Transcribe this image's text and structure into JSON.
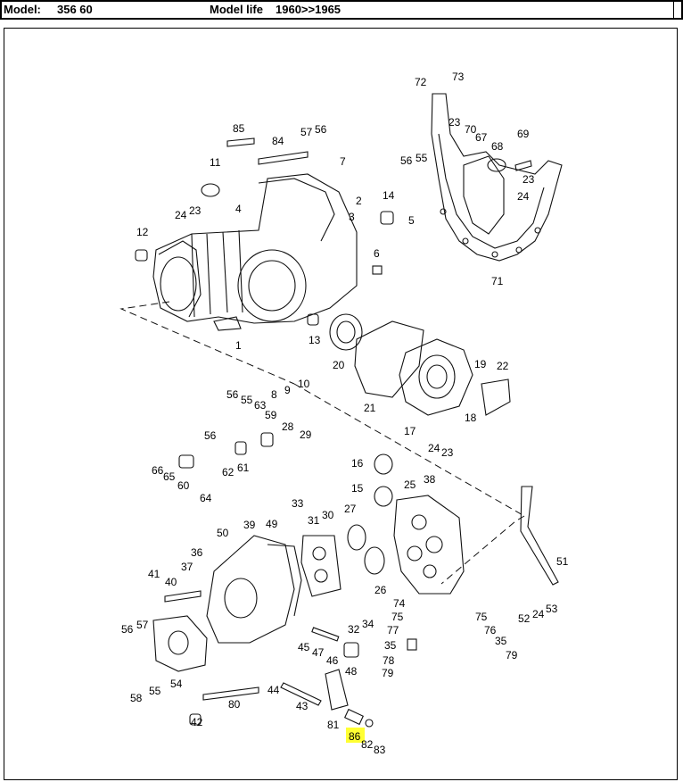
{
  "header": {
    "model_label": "Model:",
    "model_value": "356 60",
    "model_life_label": "Model life",
    "model_life_value": "1960>>1965"
  },
  "diagram": {
    "highlight_color": "#ffff33",
    "highlighted_callout": "86",
    "callouts": [
      {
        "id": "c72",
        "label": "72"
      },
      {
        "id": "c73",
        "label": "73"
      },
      {
        "id": "c85",
        "label": "85"
      },
      {
        "id": "c84",
        "label": "84"
      },
      {
        "id": "c57a",
        "label": "57"
      },
      {
        "id": "c56a",
        "label": "56"
      },
      {
        "id": "c23a",
        "label": "23"
      },
      {
        "id": "c70",
        "label": "70"
      },
      {
        "id": "c67",
        "label": "67"
      },
      {
        "id": "c68",
        "label": "68"
      },
      {
        "id": "c69",
        "label": "69"
      },
      {
        "id": "c11",
        "label": "11"
      },
      {
        "id": "c7",
        "label": "7"
      },
      {
        "id": "c56b",
        "label": "56"
      },
      {
        "id": "c55a",
        "label": "55"
      },
      {
        "id": "c23b",
        "label": "23"
      },
      {
        "id": "c24a",
        "label": "24"
      },
      {
        "id": "c4",
        "label": "4"
      },
      {
        "id": "c2",
        "label": "2"
      },
      {
        "id": "c14",
        "label": "14"
      },
      {
        "id": "c3",
        "label": "3"
      },
      {
        "id": "c5",
        "label": "5"
      },
      {
        "id": "c24b",
        "label": "24"
      },
      {
        "id": "c23c",
        "label": "23"
      },
      {
        "id": "c12",
        "label": "12"
      },
      {
        "id": "c6",
        "label": "6"
      },
      {
        "id": "c71",
        "label": "71"
      },
      {
        "id": "c1",
        "label": "1"
      },
      {
        "id": "c13",
        "label": "13"
      },
      {
        "id": "c20",
        "label": "20"
      },
      {
        "id": "c8",
        "label": "8"
      },
      {
        "id": "c9",
        "label": "9"
      },
      {
        "id": "c10",
        "label": "10"
      },
      {
        "id": "c19",
        "label": "19"
      },
      {
        "id": "c22",
        "label": "22"
      },
      {
        "id": "c21",
        "label": "21"
      },
      {
        "id": "c18",
        "label": "18"
      },
      {
        "id": "c17",
        "label": "17"
      },
      {
        "id": "c24c",
        "label": "24"
      },
      {
        "id": "c23d",
        "label": "23"
      },
      {
        "id": "c56c",
        "label": "56"
      },
      {
        "id": "c55b",
        "label": "55"
      },
      {
        "id": "c63",
        "label": "63"
      },
      {
        "id": "c59",
        "label": "59"
      },
      {
        "id": "c28",
        "label": "28"
      },
      {
        "id": "c29",
        "label": "29"
      },
      {
        "id": "c56d",
        "label": "56"
      },
      {
        "id": "c66",
        "label": "66"
      },
      {
        "id": "c65",
        "label": "65"
      },
      {
        "id": "c60",
        "label": "60"
      },
      {
        "id": "c62",
        "label": "62"
      },
      {
        "id": "c61",
        "label": "61"
      },
      {
        "id": "c64",
        "label": "64"
      },
      {
        "id": "c16",
        "label": "16"
      },
      {
        "id": "c15",
        "label": "15"
      },
      {
        "id": "c25",
        "label": "25"
      },
      {
        "id": "c38",
        "label": "38"
      },
      {
        "id": "c33",
        "label": "33"
      },
      {
        "id": "c31",
        "label": "31"
      },
      {
        "id": "c30",
        "label": "30"
      },
      {
        "id": "c27",
        "label": "27"
      },
      {
        "id": "c39",
        "label": "39"
      },
      {
        "id": "c49",
        "label": "49"
      },
      {
        "id": "c50",
        "label": "50"
      },
      {
        "id": "c36",
        "label": "36"
      },
      {
        "id": "c37",
        "label": "37"
      },
      {
        "id": "c41",
        "label": "41"
      },
      {
        "id": "c40",
        "label": "40"
      },
      {
        "id": "c51",
        "label": "51"
      },
      {
        "id": "c26",
        "label": "26"
      },
      {
        "id": "c74",
        "label": "74"
      },
      {
        "id": "c75a",
        "label": "75"
      },
      {
        "id": "c77",
        "label": "77"
      },
      {
        "id": "c35a",
        "label": "35"
      },
      {
        "id": "c78",
        "label": "78"
      },
      {
        "id": "c79a",
        "label": "79"
      },
      {
        "id": "c75b",
        "label": "75"
      },
      {
        "id": "c76",
        "label": "76"
      },
      {
        "id": "c35b",
        "label": "35"
      },
      {
        "id": "c79b",
        "label": "79"
      },
      {
        "id": "c52",
        "label": "52"
      },
      {
        "id": "c24d",
        "label": "24"
      },
      {
        "id": "c53",
        "label": "53"
      },
      {
        "id": "c56e",
        "label": "56"
      },
      {
        "id": "c57b",
        "label": "57"
      },
      {
        "id": "c34",
        "label": "34"
      },
      {
        "id": "c32",
        "label": "32"
      },
      {
        "id": "c45",
        "label": "45"
      },
      {
        "id": "c47",
        "label": "47"
      },
      {
        "id": "c46",
        "label": "46"
      },
      {
        "id": "c48",
        "label": "48"
      },
      {
        "id": "c58",
        "label": "58"
      },
      {
        "id": "c55c",
        "label": "55"
      },
      {
        "id": "c54",
        "label": "54"
      },
      {
        "id": "c44",
        "label": "44"
      },
      {
        "id": "c80",
        "label": "80"
      },
      {
        "id": "c43",
        "label": "43"
      },
      {
        "id": "c42",
        "label": "42"
      },
      {
        "id": "c81",
        "label": "81"
      },
      {
        "id": "c86",
        "label": "86"
      },
      {
        "id": "c82",
        "label": "82"
      },
      {
        "id": "c83",
        "label": "83"
      }
    ]
  }
}
